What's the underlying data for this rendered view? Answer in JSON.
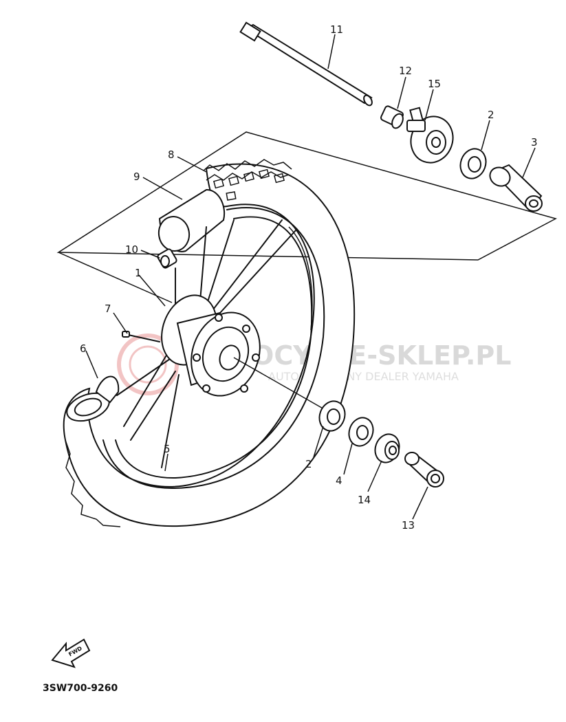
{
  "diagram": {
    "part_labels": [
      {
        "id": "1",
        "text": "1"
      },
      {
        "id": "2a",
        "text": "2"
      },
      {
        "id": "2b",
        "text": "2"
      },
      {
        "id": "3",
        "text": "3"
      },
      {
        "id": "4",
        "text": "4"
      },
      {
        "id": "5",
        "text": "5"
      },
      {
        "id": "6",
        "text": "6"
      },
      {
        "id": "7",
        "text": "7"
      },
      {
        "id": "8",
        "text": "8"
      },
      {
        "id": "9",
        "text": "9"
      },
      {
        "id": "10",
        "text": "10"
      },
      {
        "id": "11",
        "text": "11"
      },
      {
        "id": "12",
        "text": "12"
      },
      {
        "id": "13",
        "text": "13"
      },
      {
        "id": "14",
        "text": "14"
      },
      {
        "id": "15",
        "text": "15"
      }
    ],
    "diagram_code": "3SW700-9260",
    "front_arrow_text": "FWD"
  },
  "watermark": {
    "main_text": "MOTOCYKLE-SKLEP.PL",
    "sub_text": "AUTORYZOWANY DEALER YAMAHA",
    "color": "#d0d0d0",
    "logo_color": "#f2c4c4"
  }
}
